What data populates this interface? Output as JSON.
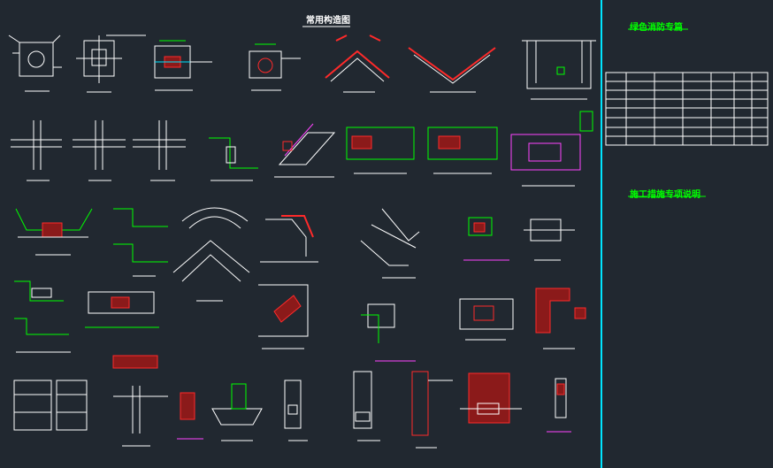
{
  "drawing": {
    "main_title": "常用构造图",
    "right_panel": {
      "section_title_1": "绿色消防专篇",
      "section_title_2": "施工措施专项说明"
    }
  },
  "colors": {
    "background": "#212830",
    "line_white": "#ffffff",
    "line_green": "#00ff00",
    "line_red": "#ff2a2a",
    "line_magenta": "#ff44ff",
    "line_cyan": "#00e5ff",
    "hatch_darkred": "#8b1a1a"
  },
  "icons": [
    "cad-detail-icon"
  ]
}
